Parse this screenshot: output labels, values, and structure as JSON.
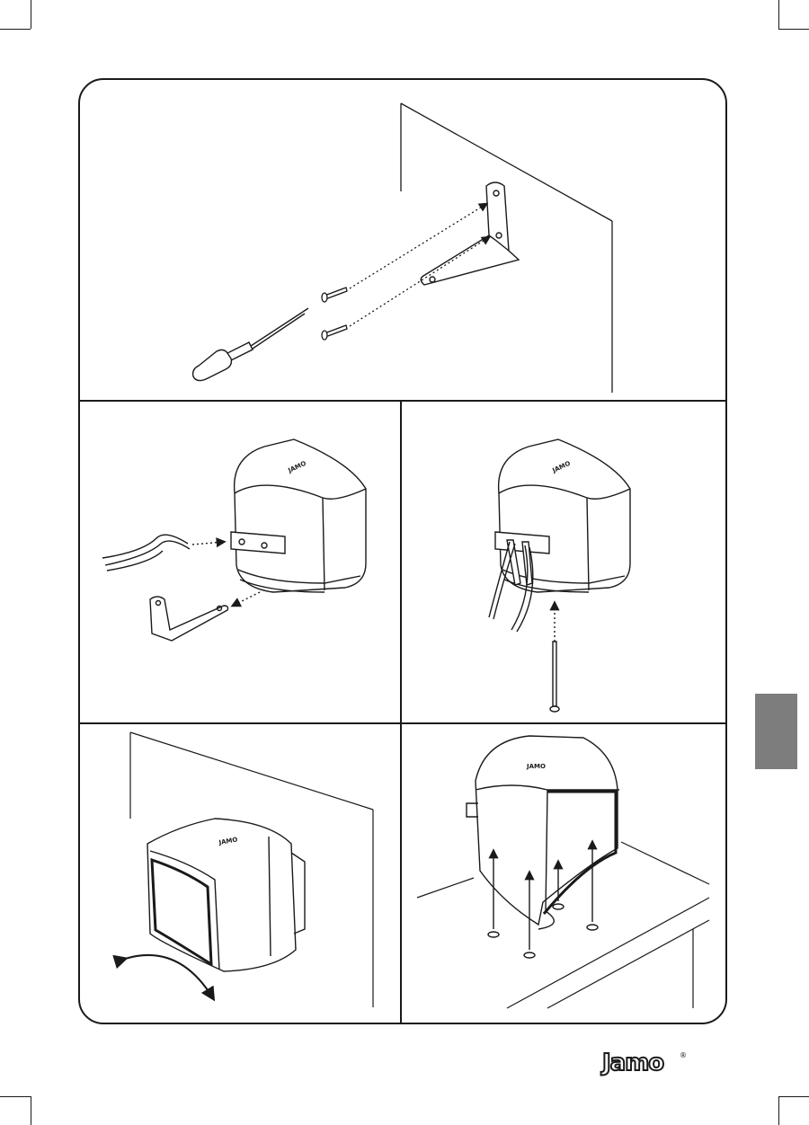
{
  "brand": {
    "logo_text": "Jamo",
    "registered_mark": "®"
  },
  "panels": [
    {
      "id": "step-1-wall-bracket"
    },
    {
      "id": "step-2-connect-cables"
    },
    {
      "id": "step-3-secure-screw"
    },
    {
      "id": "step-4-angle-adjust"
    },
    {
      "id": "step-5-table-feet"
    }
  ],
  "speaker_logo": "JAMO",
  "colors": {
    "line": "#1a1a1a",
    "tab": "#7d7d7d",
    "background": "#ffffff"
  },
  "icons": [
    "screwdriver-icon",
    "screw-icon",
    "bracket-icon",
    "speaker-icon",
    "cable-icon",
    "rotate-arrow-icon",
    "rubber-foot-icon"
  ]
}
